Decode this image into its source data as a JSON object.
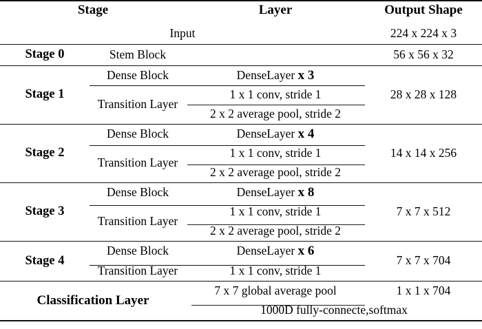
{
  "table": {
    "headers": {
      "stage": "Stage",
      "layer": "Layer",
      "output_shape": "Output Shape"
    },
    "rows": [
      {
        "stage": "",
        "sub": "",
        "layer": "Input",
        "output": "224 x 224 x 3"
      },
      {
        "stage": "Stage 0",
        "sub": "Stem Block",
        "layer": "",
        "output": "56 x 56 x 32"
      },
      {
        "stage": "Stage 1",
        "output": "28 x 28 x 128",
        "dense_block_label": "Dense Block",
        "dense_layer_text": "DenseLayer",
        "dense_layer_mult": "x 3",
        "transition_label": "Transition Layer",
        "transition_line1": "1 x 1 conv, stride 1",
        "transition_line2": "2 x 2 average pool, stride 2"
      },
      {
        "stage": "Stage 2",
        "output": "14 x 14 x 256",
        "dense_block_label": "Dense Block",
        "dense_layer_text": "DenseLayer",
        "dense_layer_mult": "x 4",
        "transition_label": "Transition Layer",
        "transition_line1": "1 x 1 conv, stride 1",
        "transition_line2": "2 x 2 average pool, stride 2"
      },
      {
        "stage": "Stage 3",
        "output": "7 x 7 x 512",
        "dense_block_label": "Dense Block",
        "dense_layer_text": "DenseLayer",
        "dense_layer_mult": "x 8",
        "transition_label": "Transition Layer",
        "transition_line1": "1 x 1 conv, stride 1",
        "transition_line2": "2 x 2 average pool, stride 2"
      },
      {
        "stage": "Stage 4",
        "output": "7 x 7 x 704",
        "dense_block_label": "Dense Block",
        "dense_layer_text": "DenseLayer",
        "dense_layer_mult": "x 6",
        "transition_label": "Transition Layer",
        "transition_line1": "1 x 1 conv, stride 1"
      },
      {
        "stage": "Classification Layer",
        "line1": "7 x 7 global average pool",
        "output1": "1 x 1 x 704",
        "line2": "1000D fully-connecte,softmax"
      }
    ]
  }
}
